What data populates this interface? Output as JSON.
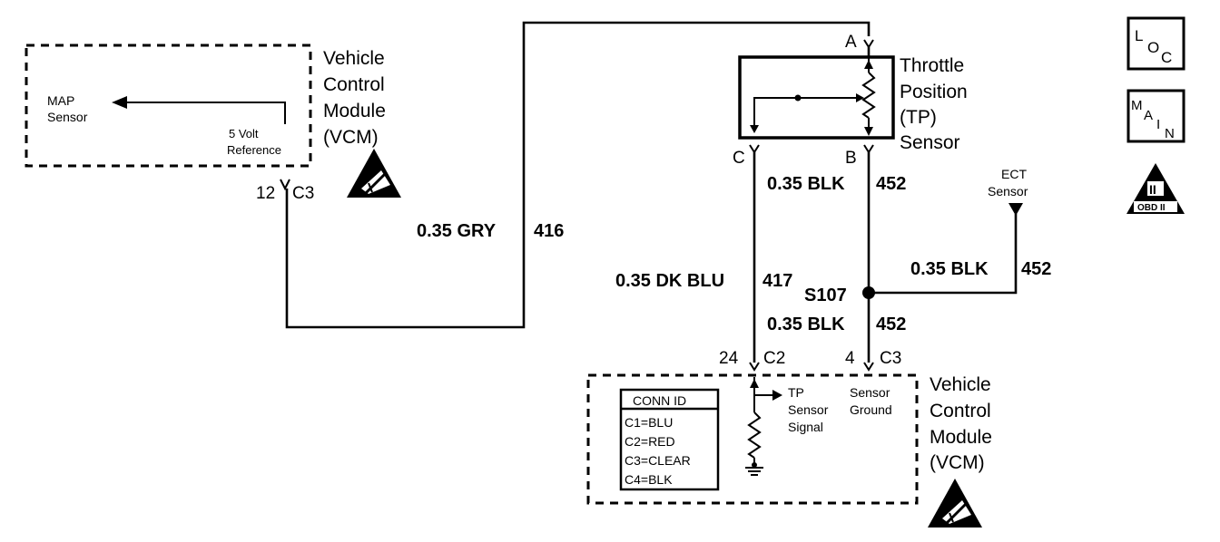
{
  "vcm_top": {
    "lines": [
      "Vehicle",
      "Control",
      "Module",
      "(VCM)"
    ],
    "map_sensor": [
      "MAP",
      "Sensor"
    ],
    "five_volt_ref": [
      "5 Volt",
      "Reference"
    ],
    "pin": "12",
    "connector": "C3"
  },
  "wire_gry": {
    "gauge_color": "0.35 GRY",
    "circuit": "416"
  },
  "tp_sensor": {
    "lines": [
      "Throttle",
      "Position",
      "(TP)",
      "Sensor"
    ],
    "terminal_a": "A",
    "terminal_b": "B",
    "terminal_c": "C"
  },
  "wire_blk_top": {
    "gauge_color": "0.35 BLK",
    "circuit": "452"
  },
  "wire_dkblu": {
    "gauge_color": "0.35 DK BLU",
    "circuit": "417"
  },
  "splice": "S107",
  "ect": {
    "lines": [
      "ECT",
      "Sensor"
    ]
  },
  "wire_blk_ect": {
    "gauge_color": "0.35 BLK",
    "circuit": "452"
  },
  "wire_blk_bottom": {
    "gauge_color": "0.35 BLK",
    "circuit": "452"
  },
  "vcm_bottom": {
    "lines": [
      "Vehicle",
      "Control",
      "Module",
      "(VCM)"
    ],
    "pin_c2": "24",
    "conn_c2": "C2",
    "pin_c3": "4",
    "conn_c3": "C3",
    "tp_signal": [
      "TP",
      "Sensor",
      "Signal"
    ],
    "sensor_ground": [
      "Sensor",
      "Ground"
    ]
  },
  "conn_id": {
    "title": "CONN ID",
    "rows": [
      "C1=BLU",
      "C2=RED",
      "C3=CLEAR",
      "C4=BLK"
    ]
  },
  "icons": {
    "loc": [
      "L",
      "O",
      "C"
    ],
    "main": [
      "M",
      "A",
      "I",
      "N"
    ],
    "obd": {
      "numeral": "II",
      "label": "OBD II"
    }
  }
}
